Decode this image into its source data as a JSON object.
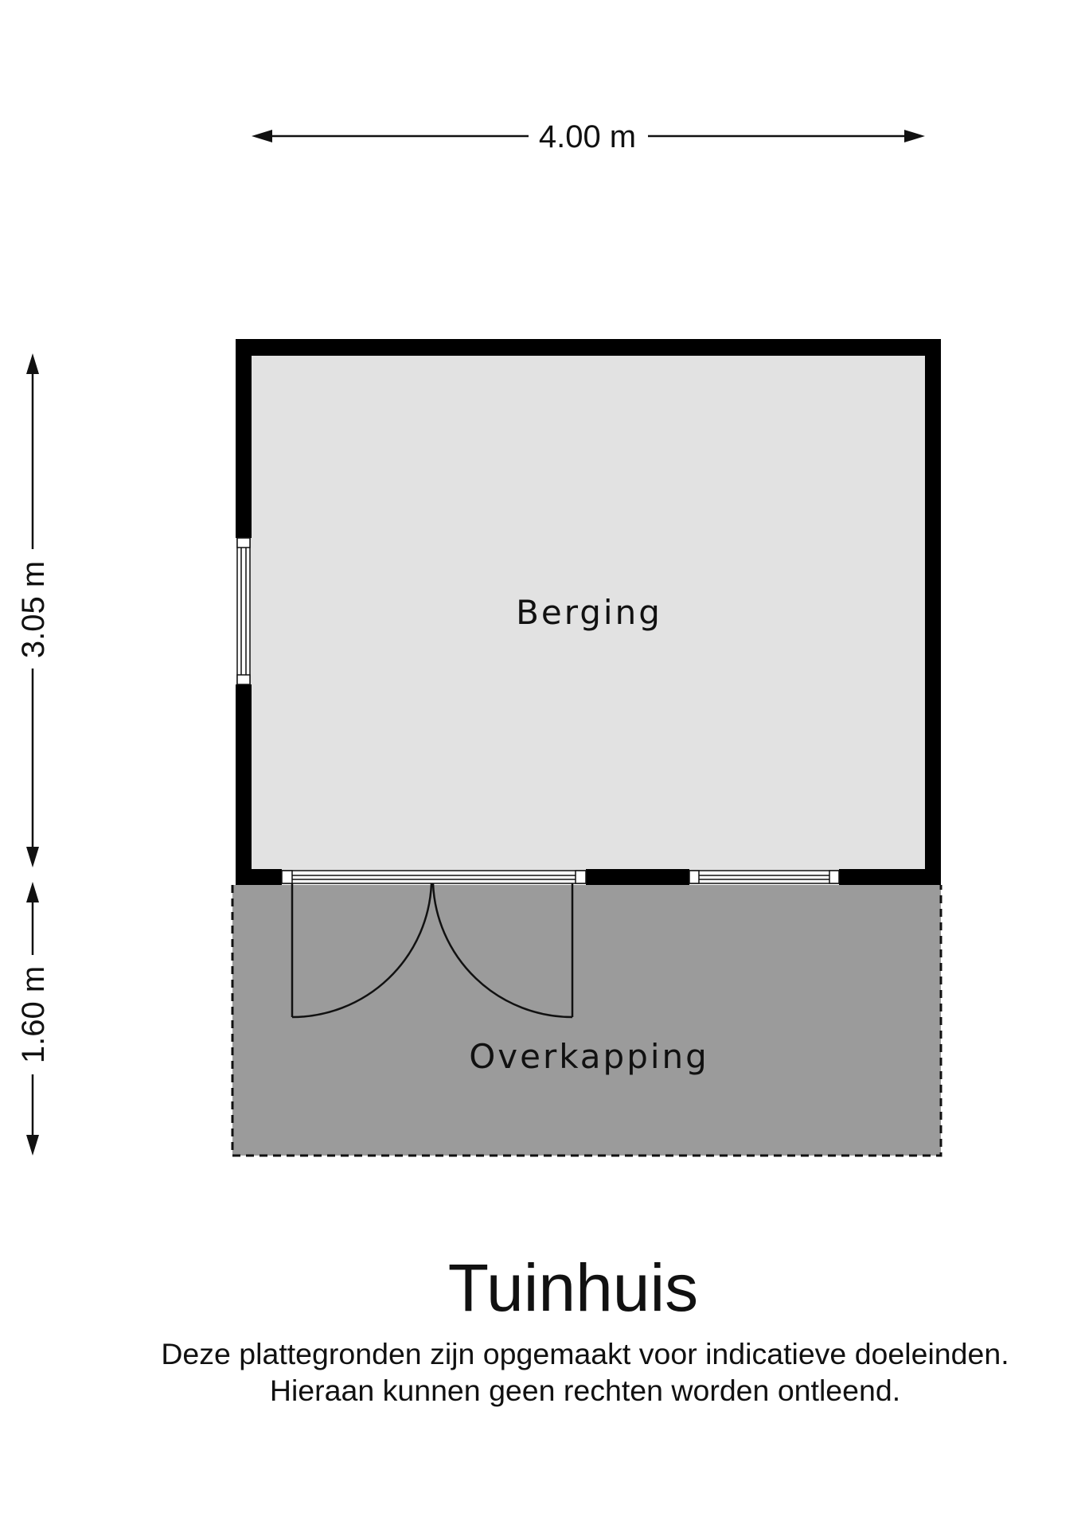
{
  "plan": {
    "title": "Tuinhuis",
    "disclaimer_line1": "Deze plattegronden zijn opgemaakt voor indicatieve doeleinden.",
    "disclaimer_line2": "Hieraan kunnen geen rechten worden ontleend."
  },
  "rooms": {
    "berging": {
      "label": "Berging",
      "fill": "#e2e2e2"
    },
    "overkapping": {
      "label": "Overkapping",
      "fill": "#9b9b9b"
    }
  },
  "dimensions": {
    "width": "4.00 m",
    "height_berging": "3.05 m",
    "height_overkapping": "1.60 m"
  },
  "colors": {
    "wall": "#000000",
    "dim_line": "#111111"
  }
}
